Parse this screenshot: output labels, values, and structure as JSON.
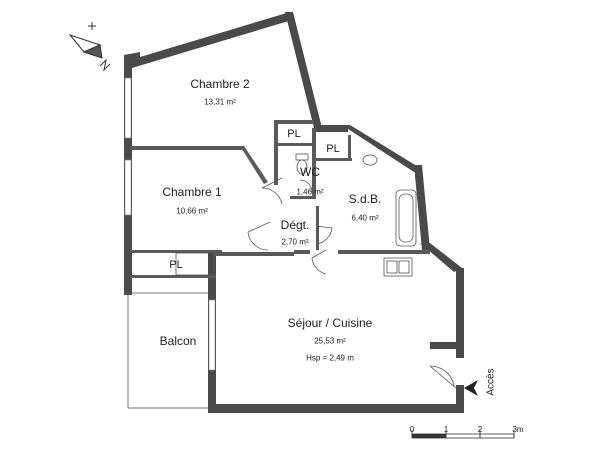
{
  "rooms": [
    {
      "name": "Chambre 2",
      "area": "13,31 m²"
    },
    {
      "name": "Chambre 1",
      "area": "10,66 m²"
    },
    {
      "name": "WC",
      "area": "1,46 m²"
    },
    {
      "name": "S.d.B.",
      "area": "6,40 m²"
    },
    {
      "name": "Dégt.",
      "area": "2,70 m²"
    },
    {
      "name": "Séjour / Cuisine",
      "area": "25,53 m²",
      "height": "Hsp = 2,49 m"
    },
    {
      "name": "Balcon"
    }
  ],
  "closets": [
    "PL",
    "PL",
    "PL"
  ],
  "entrance": "Accès",
  "scale": {
    "ticks": [
      "0",
      "1",
      "2",
      "3m"
    ]
  },
  "colors": {
    "wall": "#4a4a4a",
    "line": "#555555"
  },
  "icons": {
    "north": "north-arrow-icon",
    "entrance": "entrance-arrow-icon"
  }
}
